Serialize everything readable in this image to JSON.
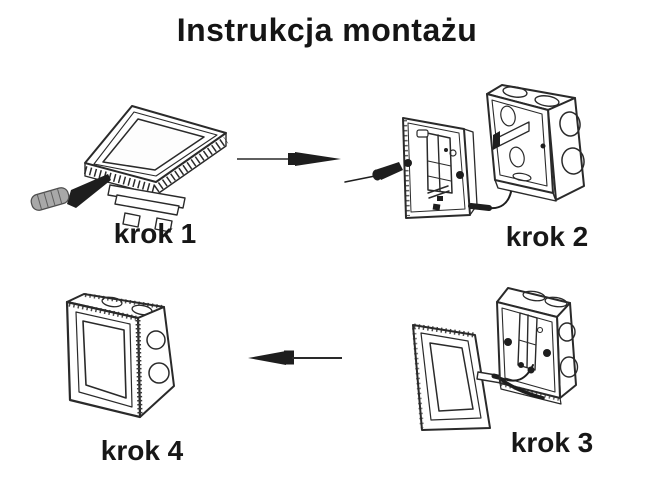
{
  "page": {
    "title": "Instrukcja montażu",
    "background_color": "#ffffff",
    "ink_color": "#2a2a2a",
    "text_color": "#171717"
  },
  "steps": [
    {
      "number": 1,
      "label": "krok 1",
      "illustration": "front-panel-tilted-with-screwdriver"
    },
    {
      "number": 2,
      "label": "krok 2",
      "illustration": "mounting-plate-with-screw-and-open-wall-box"
    },
    {
      "number": 3,
      "label": "krok 3",
      "illustration": "front-panel-facing-wall-box-with-mounting-plate"
    },
    {
      "number": 4,
      "label": "krok 4",
      "illustration": "fully-assembled-device-on-wall-box"
    }
  ],
  "arrows": [
    {
      "icon": "arrow-right-icon",
      "direction": "right",
      "from": "krok 1",
      "to": "krok 2"
    },
    {
      "icon": "arrow-left-icon",
      "direction": "left",
      "from": "krok 3",
      "to": "krok 4"
    }
  ],
  "colors": {
    "screwdriver_handle": "#a8a8a8",
    "screwdriver_shaft": "#1e1e1e",
    "wire": "#1e1e1e"
  }
}
